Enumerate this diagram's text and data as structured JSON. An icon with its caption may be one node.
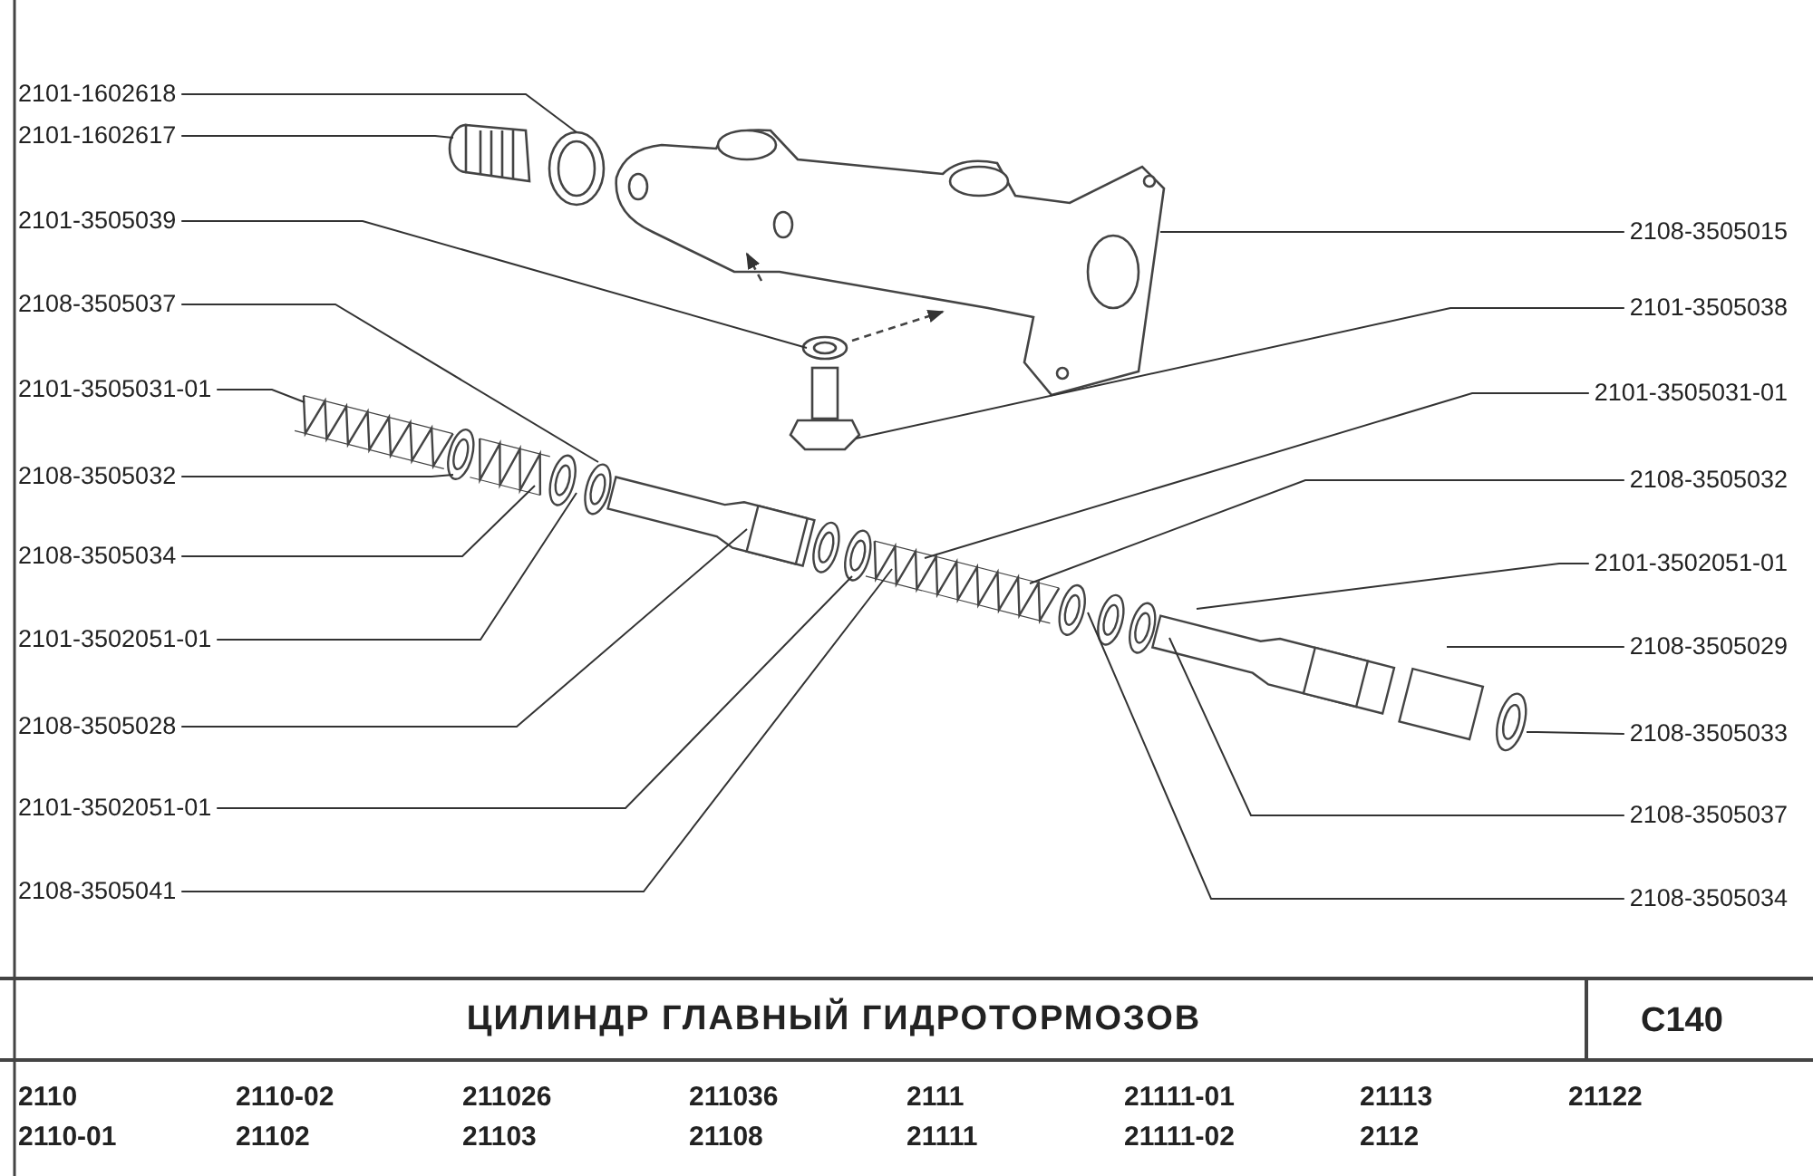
{
  "diagram": {
    "title": "ЦИЛИНДР ГЛАВНЫЙ ГИДРОТОРМОЗОВ",
    "nodes": [
      {
        "text": [
          "2101-1602618"
        ]
      },
      {
        "text": [
          "2101-1602617"
        ]
      },
      {
        "text": [
          "2101-3505039"
        ]
      },
      {
        "text": [
          "2108-3505037"
        ]
      },
      {
        "text": [
          "2101-3505031-01"
        ]
      },
      {
        "text": [
          "2108-3505032"
        ]
      },
      {
        "text": [
          "2108-3505034"
        ]
      },
      {
        "text": [
          "2101-3502051-01"
        ]
      },
      {
        "text": [
          "2108-3505028"
        ]
      },
      {
        "text": [
          "2101-3502051-01"
        ]
      },
      {
        "text": [
          "2108-3505041"
        ]
      },
      {
        "text": [
          "2108-3505015"
        ]
      },
      {
        "text": [
          "2101-3505038"
        ]
      },
      {
        "text": [
          "2101-3505031-01"
        ]
      },
      {
        "text": [
          "2108-3505032"
        ]
      },
      {
        "text": [
          "2101-3502051-01"
        ]
      },
      {
        "text": [
          "2108-3505029"
        ]
      },
      {
        "text": [
          "2108-3505033"
        ]
      },
      {
        "text": [
          "2108-3505037"
        ]
      },
      {
        "text": [
          "2108-3505034"
        ]
      }
    ],
    "edges": [
      {
        "from": 0,
        "to": null,
        "arrow": "none"
      },
      {
        "from": 1,
        "to": null,
        "arrow": "none"
      },
      {
        "from": 2,
        "to": null,
        "arrow": "none"
      },
      {
        "from": 3,
        "to": null,
        "arrow": "none"
      },
      {
        "from": 4,
        "to": null,
        "arrow": "none"
      },
      {
        "from": 5,
        "to": null,
        "arrow": "none"
      },
      {
        "from": 6,
        "to": null,
        "arrow": "none"
      },
      {
        "from": 7,
        "to": null,
        "arrow": "none"
      },
      {
        "from": 8,
        "to": null,
        "arrow": "none"
      },
      {
        "from": 9,
        "to": null,
        "arrow": "none"
      },
      {
        "from": 10,
        "to": null,
        "arrow": "none"
      },
      {
        "from": 11,
        "to": null,
        "arrow": "none"
      },
      {
        "from": 12,
        "to": null,
        "arrow": "none"
      },
      {
        "from": 13,
        "to": null,
        "arrow": "none"
      },
      {
        "from": 14,
        "to": null,
        "arrow": "none"
      },
      {
        "from": 15,
        "to": null,
        "arrow": "none"
      },
      {
        "from": 16,
        "to": null,
        "arrow": "none"
      },
      {
        "from": 17,
        "to": null,
        "arrow": "none"
      },
      {
        "from": 18,
        "to": null,
        "arrow": "none"
      },
      {
        "from": 19,
        "to": null,
        "arrow": "none"
      }
    ],
    "labels": [
      "C140",
      "2110",
      "2110-02",
      "211026",
      "211036",
      "2111",
      "21111-01",
      "21113",
      "21122",
      "2110-01",
      "21102",
      "21103",
      "21108",
      "21111",
      "21111-02",
      "2112"
    ]
  }
}
